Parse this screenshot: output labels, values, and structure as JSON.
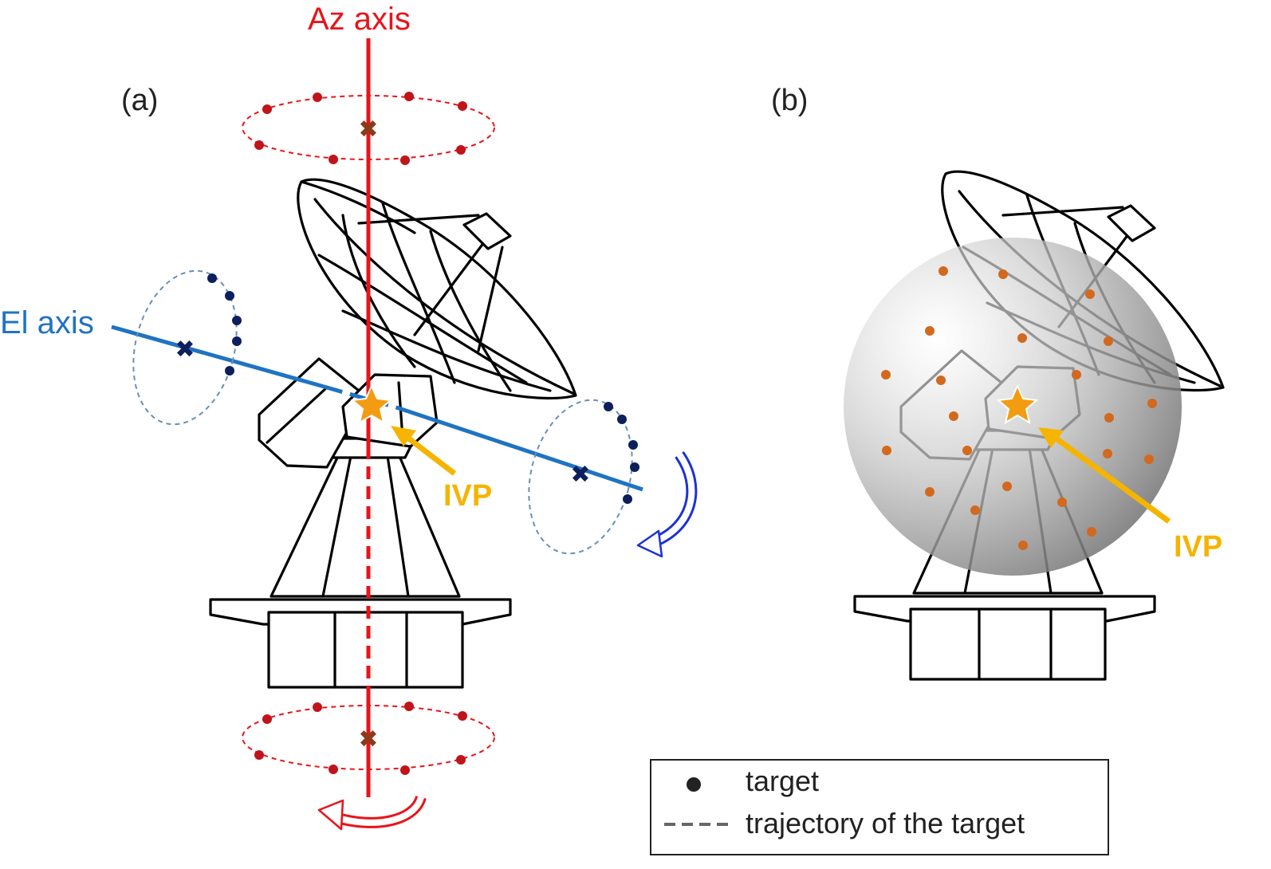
{
  "diagram": {
    "panel_a_label": "(a)",
    "panel_b_label": "(b)",
    "az_axis_label": "Az axis",
    "el_axis_label": "El axis",
    "ivp_label": "IVP",
    "colors": {
      "az_axis": "#e8141a",
      "el_axis": "#1f73c3",
      "el_target": "#0d1f5c",
      "az_target": "#c0141a",
      "ivp": "#f5b400",
      "ivp_star": "#f39c12",
      "sphere_target": "#d2691e",
      "rotation_arrow_blue": "#1c32d6",
      "rotation_arrow_red": "#e8141a"
    }
  },
  "legend": {
    "target_label": "target",
    "trajectory_label": "trajectory of the target"
  }
}
